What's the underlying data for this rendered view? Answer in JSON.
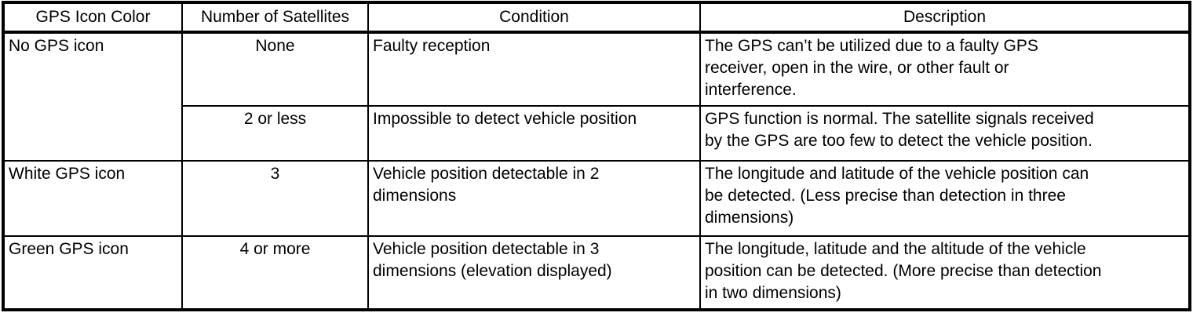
{
  "page": {
    "background_color": "#ffffff",
    "border_color": "#000000"
  },
  "table": {
    "headers": [
      "GPS Icon Color",
      "Number of Satellites",
      "Condition",
      "Description"
    ],
    "rows": [
      {
        "icon_color": "No GPS icon",
        "satellites": "None",
        "condition": "Faulty reception",
        "description": "The GPS can’t be utilized due to a faulty GPS\nreceiver, open in the wire, or other fault or\ninterference."
      },
      {
        "satellites": "2 or less",
        "condition": "Impossible to detect vehicle position",
        "description": "GPS function is normal. The satellite signals received\nby the GPS are too few to detect the vehicle position."
      },
      {
        "icon_color": "White GPS icon",
        "satellites": "3",
        "condition": "Vehicle position detectable in 2\ndimensions",
        "description": "The longitude and latitude of the vehicle position can\nbe detected. (Less precise than detection in three\ndimensions)"
      },
      {
        "icon_color": "Green GPS icon",
        "satellites": "4 or more",
        "condition": "Vehicle position detectable in 3\ndimensions (elevation displayed)",
        "description": "The longitude, latitude and the altitude of the vehicle\nposition can be detected. (More precise than detection\nin two dimensions)"
      }
    ]
  }
}
